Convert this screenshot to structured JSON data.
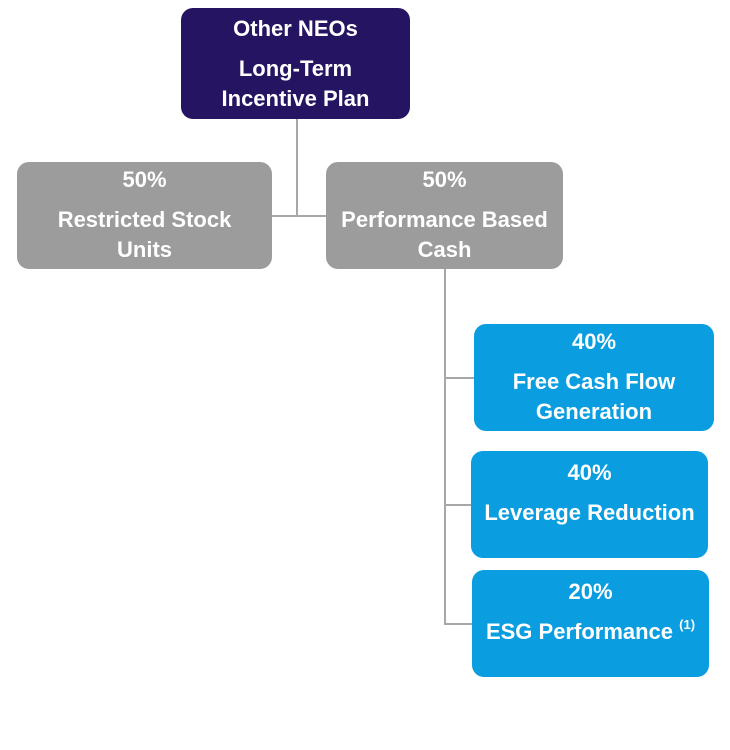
{
  "root": {
    "title": "Other NEOs",
    "subtitle_line1": "Long-Term",
    "subtitle_line2": "Incentive Plan"
  },
  "level1": [
    {
      "pct": "50%",
      "label_line1": "Restricted Stock",
      "label_line2": "Units"
    },
    {
      "pct": "50%",
      "label_line1": "Performance Based",
      "label_line2": "Cash"
    }
  ],
  "level2": [
    {
      "pct": "40%",
      "label_line1": "Free Cash Flow",
      "label_line2": "Generation"
    },
    {
      "pct": "40%",
      "label_line1": "Leverage Reduction"
    },
    {
      "pct": "20%",
      "label_line1": "ESG Performance",
      "footnote": "(1)"
    }
  ],
  "colors": {
    "root": "#241462",
    "level1": "#9c9c9c",
    "level2": "#0a9de0",
    "connector": "#a7a7a7"
  }
}
